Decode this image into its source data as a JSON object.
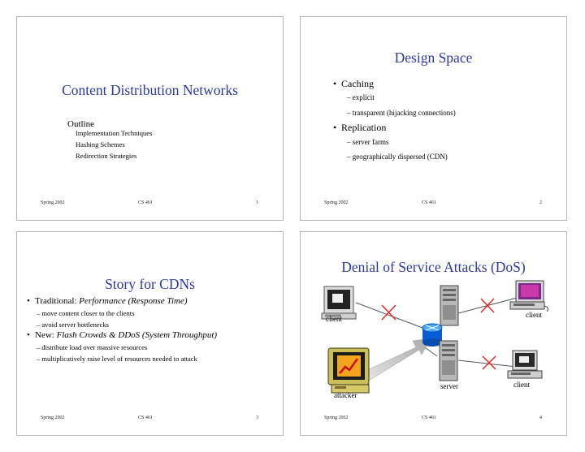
{
  "footer": {
    "term": "Spring 2002",
    "course": "CS 461"
  },
  "slides": [
    {
      "number": "1",
      "title": "Content Distribution Networks",
      "outline_heading": "Outline",
      "outline_items": [
        "Implementation Techniques",
        "Hashing Schemes",
        "Redirection Strategies"
      ]
    },
    {
      "number": "2",
      "title": "Design Space",
      "bullets": [
        {
          "text": "Caching",
          "subs": [
            "explicit",
            "transparent (hijacking connections)"
          ]
        },
        {
          "text": "Replication",
          "subs": [
            "server farms",
            "geographically dispersed (CDN)"
          ]
        }
      ]
    },
    {
      "number": "3",
      "title": "Story for CDNs",
      "bullets": [
        {
          "prefix": "Traditional: ",
          "emph": "Performance (Response Time)",
          "subs": [
            "move content closer to the clients",
            "avoid server bottlenecks"
          ]
        },
        {
          "prefix": "New: ",
          "emph": "Flash Crowds & DDoS (System Throughput)",
          "subs": [
            "distribute load over massive resources",
            "multiplicatively raise level of resources needed to attack"
          ]
        }
      ]
    },
    {
      "number": "4",
      "title": "Denial of Service Attacks (DoS)",
      "labels": {
        "client_left": "client",
        "client_right": "client",
        "client_bottom": "client",
        "server": "server",
        "attacker": "attacker"
      }
    }
  ]
}
